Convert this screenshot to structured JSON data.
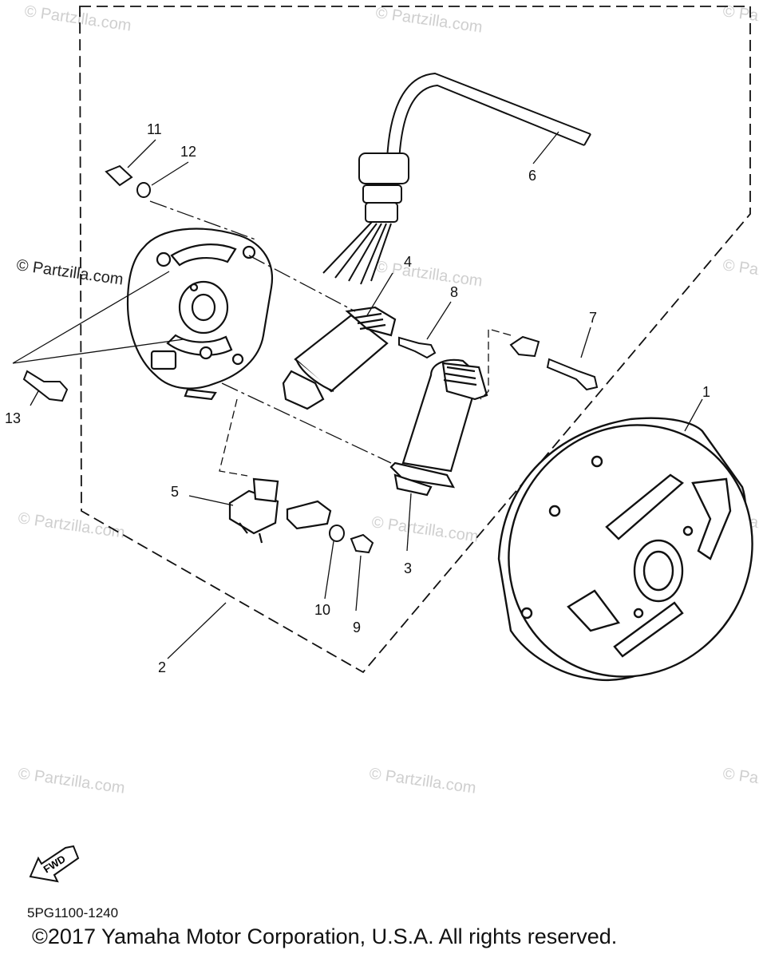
{
  "diagram": {
    "callouts": [
      "1",
      "2",
      "3",
      "4",
      "5",
      "6",
      "7",
      "8",
      "9",
      "10",
      "11",
      "12",
      "13"
    ],
    "watermark": "© Partzilla.com",
    "fwd_label": "FWD",
    "part_code": "5PG1100-1240",
    "copyright": "©2017  Yamaha Motor Corporation, U.S.A. All rights reserved."
  }
}
